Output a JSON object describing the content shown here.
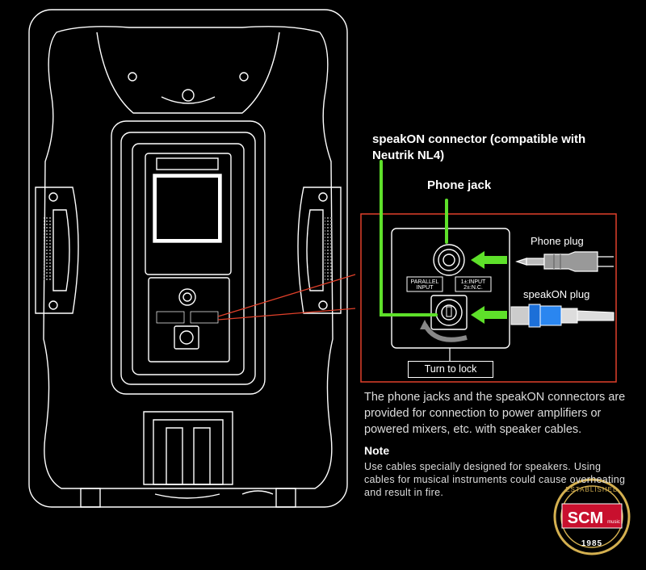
{
  "labels": {
    "speakon_connector": "speakON connector (compatible with Neutrik NL4)",
    "phone_jack": "Phone jack",
    "phone_plug": "Phone plug",
    "speakon_plug": "speakON plug",
    "turn_to_lock": "Turn to lock"
  },
  "panel_labels": {
    "parallel": "PARALLEL",
    "input": "INPUT",
    "pin1": "1±:INPUT",
    "pin2": "2±:N.C."
  },
  "description": "The phone jacks and the speakON connectors are provided for connection to power amplifiers or powered mixers, etc. with speaker cables.",
  "note": {
    "title": "Note",
    "text": "Use cables specially designed for speakers. Using cables for musical instruments could cause overheating and result in fire."
  },
  "badge": {
    "top": "ESTABLISHED",
    "brand": "SCM",
    "sub": "music",
    "year": "1985"
  },
  "colors": {
    "background": "#000000",
    "outline": "#ffffff",
    "callout_green": "#5ee02a",
    "callout_red": "#e0402a",
    "badge_red": "#c8102e",
    "badge_gold": "#d4b050"
  }
}
